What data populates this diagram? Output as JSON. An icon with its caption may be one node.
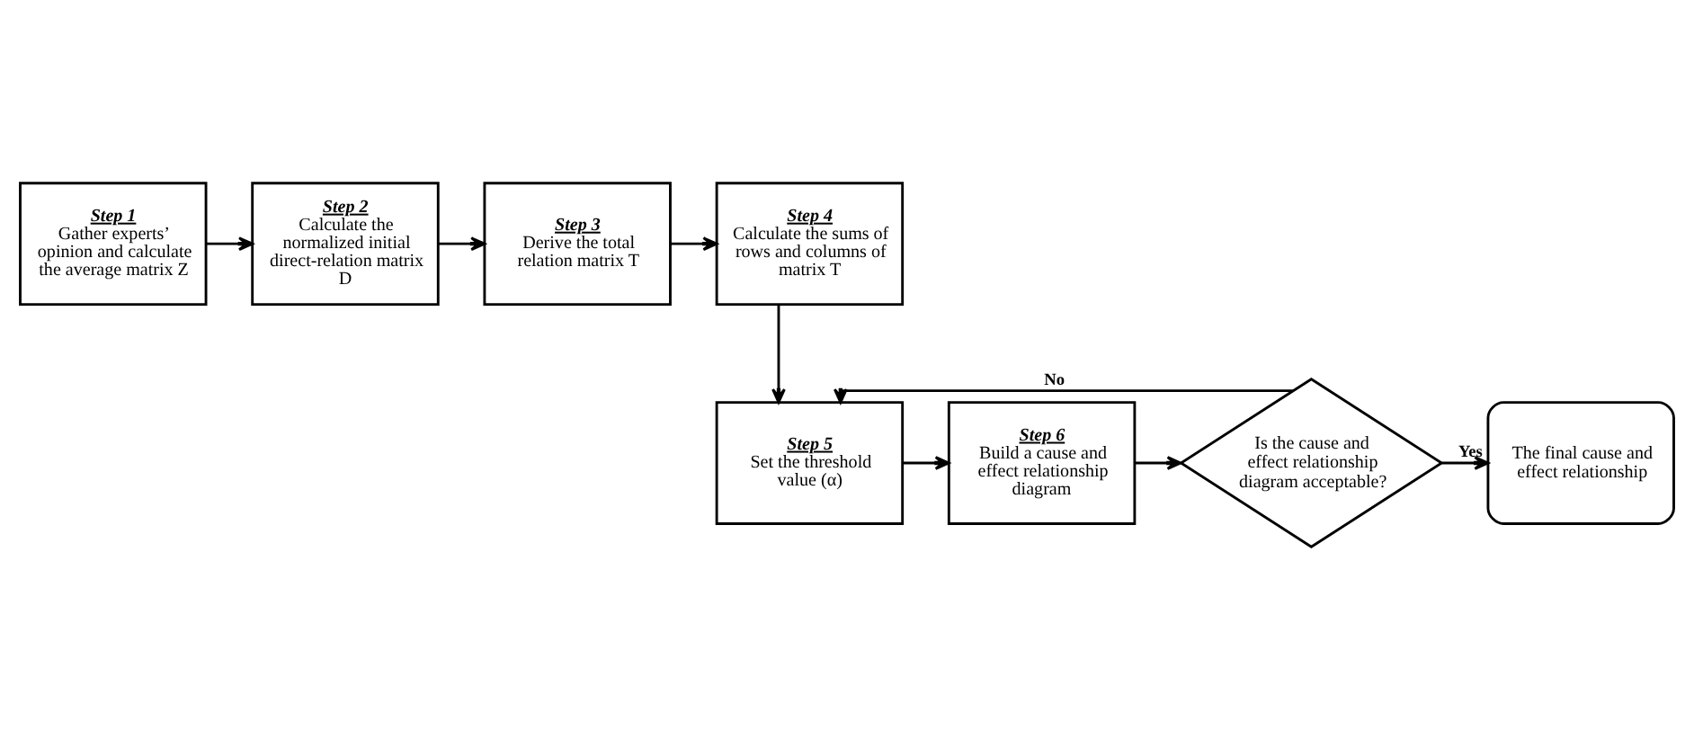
{
  "diagram": {
    "nodes": [
      {
        "text": [
          "Step 1",
          "Gather experts’ opinion and calculate the average matrix Z"
        ]
      },
      {
        "text": [
          "Step 2",
          "Calculate the normalized initial direct-relation matrix D"
        ]
      },
      {
        "text": [
          "Step 3",
          "Derive the total relation matrix T"
        ]
      },
      {
        "text": [
          "Step 4",
          "Calculate the sums of rows and columns of matrix T"
        ]
      },
      {
        "text": [
          "Step 5",
          "Set the threshold value (α)"
        ]
      },
      {
        "text": [
          "Step 6",
          "Build a cause and effect relationship diagram"
        ]
      },
      {
        "text": [
          "Is the cause and effect relationship diagram acceptable?"
        ]
      },
      {
        "text": [
          "The final cause and effect relationship"
        ]
      }
    ],
    "edges": [
      {
        "from": 0,
        "to": 1,
        "arrow": "to"
      },
      {
        "from": 1,
        "to": 2,
        "arrow": "to"
      },
      {
        "from": 2,
        "to": 3,
        "arrow": "to"
      },
      {
        "from": 3,
        "to": 4,
        "arrow": "to"
      },
      {
        "from": 4,
        "to": 5,
        "arrow": "to"
      },
      {
        "from": 5,
        "to": 6,
        "arrow": "to"
      },
      {
        "from": 6,
        "to": 7,
        "arrow": "to",
        "label": "Yes"
      },
      {
        "from": 6,
        "to": 4,
        "arrow": "to",
        "label": "No"
      }
    ]
  }
}
